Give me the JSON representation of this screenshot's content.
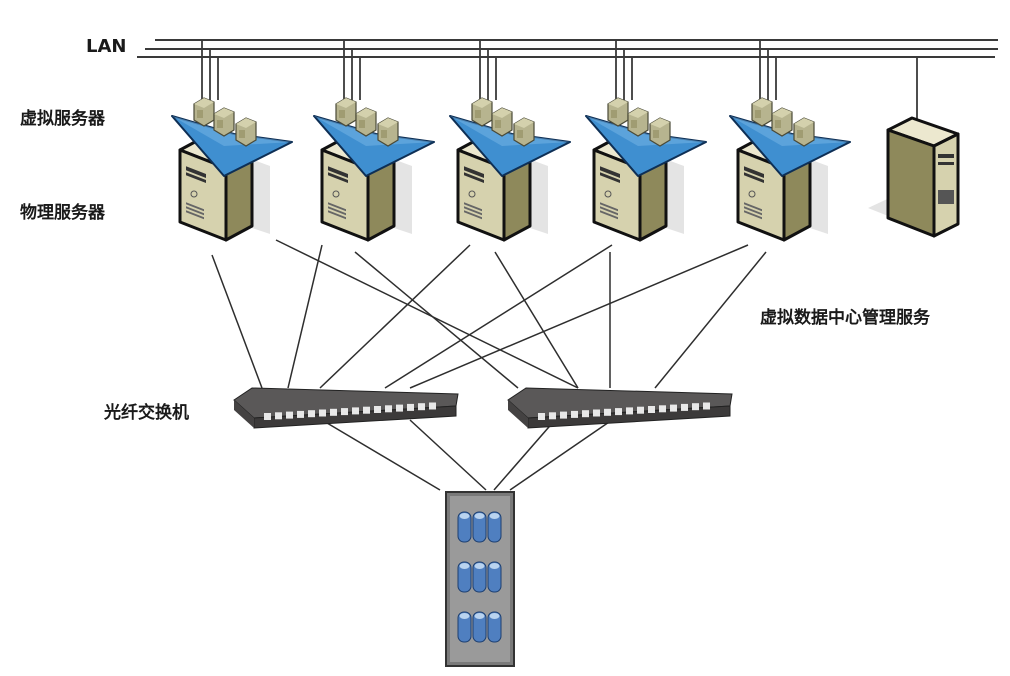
{
  "diagram": {
    "title": "Virtualized data center network topology",
    "labels": {
      "lan": "LAN",
      "virtual_servers": "虚拟服务器",
      "physical_servers": "物理服务器",
      "management_service": "虚拟数据中心管理服务",
      "fiber_switch": "光纤交换机"
    },
    "nodes": {
      "hosts": [
        {
          "id": "host-1",
          "vm_count": 3,
          "connects_to": [
            "lan",
            "switch-1",
            "switch-2"
          ]
        },
        {
          "id": "host-2",
          "vm_count": 3,
          "connects_to": [
            "lan",
            "switch-1",
            "switch-2"
          ]
        },
        {
          "id": "host-3",
          "vm_count": 3,
          "connects_to": [
            "lan",
            "switch-1",
            "switch-2"
          ]
        },
        {
          "id": "host-4",
          "vm_count": 3,
          "connects_to": [
            "lan",
            "switch-1",
            "switch-2"
          ]
        },
        {
          "id": "host-5",
          "vm_count": 3,
          "connects_to": [
            "lan",
            "switch-1",
            "switch-2"
          ]
        }
      ],
      "management_server": {
        "id": "mgmt",
        "connects_to": [
          "lan"
        ]
      },
      "switches": [
        {
          "id": "switch-1",
          "ports": 16,
          "connects_to": [
            "storage"
          ]
        },
        {
          "id": "switch-2",
          "ports": 16,
          "connects_to": [
            "storage"
          ]
        }
      ],
      "storage": {
        "id": "storage",
        "disk_groups": 3
      }
    },
    "colors": {
      "tray": "#3f8fd0",
      "server_body": "#d9d5b3",
      "server_side": "#8f8a5c",
      "switch": "#4a4848",
      "disk": "#4f7fc0",
      "line": "#333333"
    }
  }
}
